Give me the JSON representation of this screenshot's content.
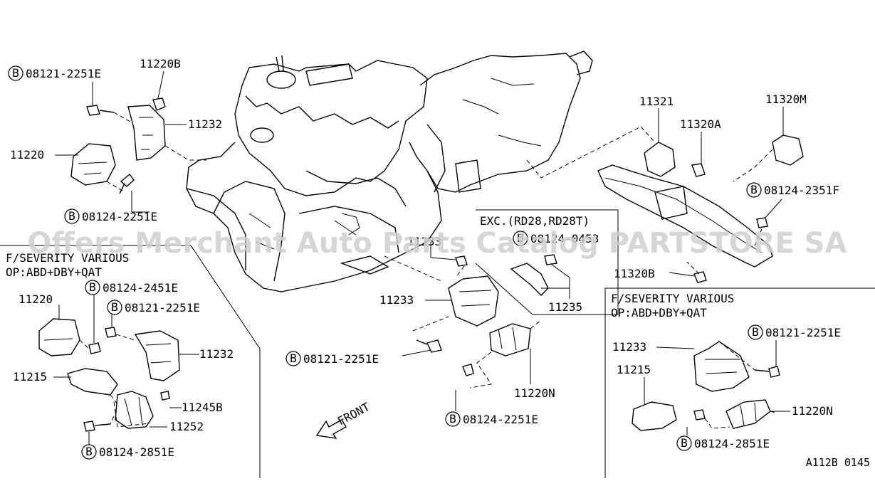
{
  "watermark": "Offers Merchant Auto Parts Catalog PARTSTORE SA",
  "bolt_symbol": "B",
  "labels": {
    "tl_bolt_top": "08121-2251E",
    "tl_nut": "11220B",
    "tl_bracket": "11232",
    "tl_mount": "11220",
    "tl_bolt_bottom": "08124-2251E",
    "rt_bracket": "11321",
    "rt_mount": "11320M",
    "rt_bolt": "11320A",
    "rt_bolt_f": "08124-2351F",
    "rt_nut": "11320B",
    "exc_title": "EXC.(RD28,RD28T)",
    "exc_bolt": "08124-0453",
    "exc_left": "11233",
    "exc_part": "11235",
    "mid_nut": "11233",
    "mid_bolt": "08121-2251E",
    "mid_mount": "11220N",
    "mid_bolt_bottom": "08124-2251E",
    "front": "FRONT",
    "code": "A112B 0145"
  },
  "left_panel": {
    "title": "F/SEVERITY VARIOUS",
    "subtitle": "OP:ABD+DBY+QAT",
    "labels": {
      "mount": "11220",
      "bolt_top": "08124-2451E",
      "bolt_mid": "08121-2251E",
      "bracket": "11232",
      "plate": "11215",
      "nut": "11245B",
      "insulator": "11252",
      "bolt_bottom": "08124-2851E"
    }
  },
  "right_panel": {
    "title": "F/SEVERITY VARIOUS",
    "subtitle": "OP:ABD+DBY+QAT",
    "labels": {
      "bolt_top": "08121-2251E",
      "bracket": "11233",
      "plate": "11215",
      "mount": "11220N",
      "bolt_bottom": "08124-2851E"
    }
  }
}
